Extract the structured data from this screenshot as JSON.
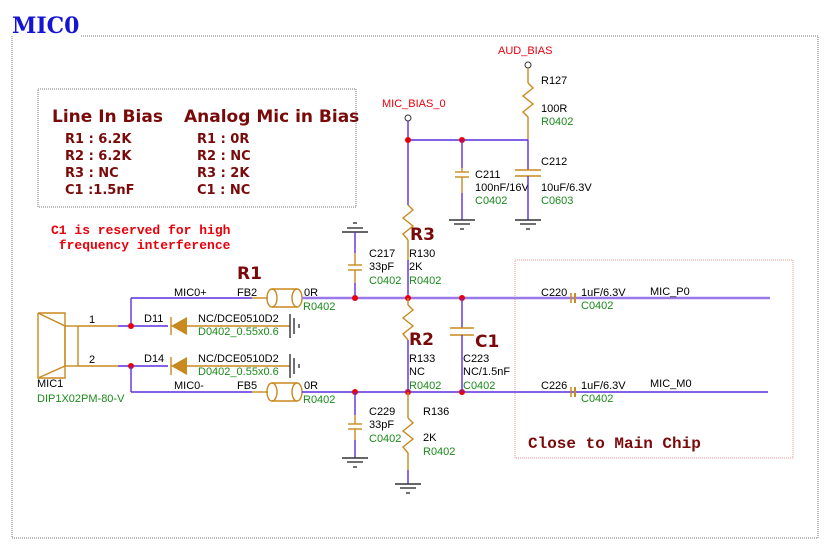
{
  "title": "MIC0",
  "bias_table": {
    "columns": [
      {
        "header": "Line In Bias",
        "rows": [
          "R1 : 6.2K",
          "R2 : 6.2K",
          "R3 : NC",
          "C1 :1.5nF"
        ]
      },
      {
        "header": "Analog Mic in Bias",
        "rows": [
          "R1 : 0R",
          "R2 : NC",
          "R3 : 2K",
          "C1 : NC"
        ]
      }
    ]
  },
  "note": [
    "C1 is reserved for high",
    " frequency interference"
  ],
  "close_note": "Close to Main Chip",
  "nets": {
    "aud_bias": "AUD_BIAS",
    "mic_bias": "MIC_BIAS_0",
    "mic0p": "MIC0+",
    "mic0m": "MIC0-",
    "mic_p0": "MIC_P0",
    "mic_m0": "MIC_M0"
  },
  "callouts": {
    "r1": "R1",
    "r2": "R2",
    "r3": "R3",
    "c1": "C1"
  },
  "components": {
    "r127": {
      "ref": "R127",
      "value": "100R",
      "pkg": "R0402"
    },
    "c211": {
      "ref": "C211",
      "value": "100nF/16V",
      "pkg": "C0402"
    },
    "c212": {
      "ref": "C212",
      "value": "10uF/6.3V",
      "pkg": "C0603"
    },
    "c217": {
      "ref": "C217",
      "value": "33pF",
      "pkg": "C0402"
    },
    "r130": {
      "ref": "R130",
      "value": "2K",
      "pkg": "R0402"
    },
    "fb2": {
      "ref": "FB2",
      "value": "0R",
      "pkg": "R0402"
    },
    "fb5": {
      "ref": "FB5",
      "value": "0R",
      "pkg": "R0402"
    },
    "d11": {
      "ref": "D11",
      "value": "NC/DCE0510D2",
      "pkg": "D0402_0.55x0.6"
    },
    "d14": {
      "ref": "D14",
      "value": "NC/DCE0510D2",
      "pkg": "D0402_0.55x0.6"
    },
    "mic1": {
      "ref": "MIC1",
      "pkg": "DIP1X02PM-80-V",
      "pin1": "1",
      "pin2": "2"
    },
    "r133": {
      "ref": "R133",
      "value": "NC",
      "pkg": "R0402"
    },
    "c223": {
      "ref": "C223",
      "value": "NC/1.5nF",
      "pkg": "C0402"
    },
    "c229": {
      "ref": "C229",
      "value": "33pF",
      "pkg": "C0402"
    },
    "r136": {
      "ref": "R136",
      "value": "2K",
      "pkg": "R0402"
    },
    "c220": {
      "ref": "C220",
      "value": "1uF/6.3V",
      "pkg": "C0402"
    },
    "c226": {
      "ref": "C226",
      "value": "1uF/6.3V",
      "pkg": "C0402"
    }
  }
}
